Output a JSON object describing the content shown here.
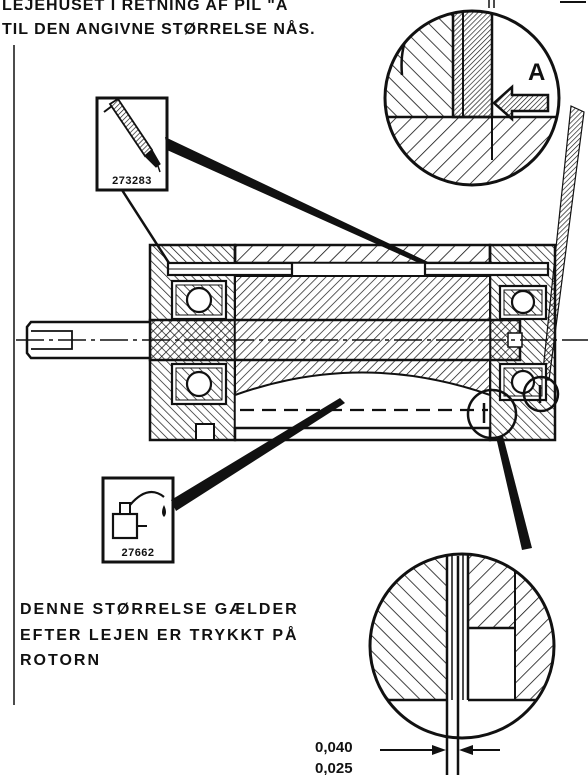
{
  "header": {
    "line1": "LEJEHUSET I RETNING AF PIL \"A",
    "line2": "TIL DEN ANGIVNE STØRRELSE NÅS."
  },
  "detail_a": {
    "arrow_label": "A"
  },
  "tool_glue": {
    "part_number": "273283",
    "icon": "glue-tube-icon"
  },
  "tool_oil": {
    "part_number": "27662",
    "icon": "oil-can-icon"
  },
  "note": {
    "line1": "DENNE STØRRELSE GÆLDER",
    "line2": "EFTER LEJEN ER TRYKKT PÅ",
    "line3": "ROTORN"
  },
  "dimension": {
    "upper": "0,040",
    "lower": "0,025"
  },
  "colors": {
    "ink": "#111111",
    "paper": "#ffffff"
  }
}
